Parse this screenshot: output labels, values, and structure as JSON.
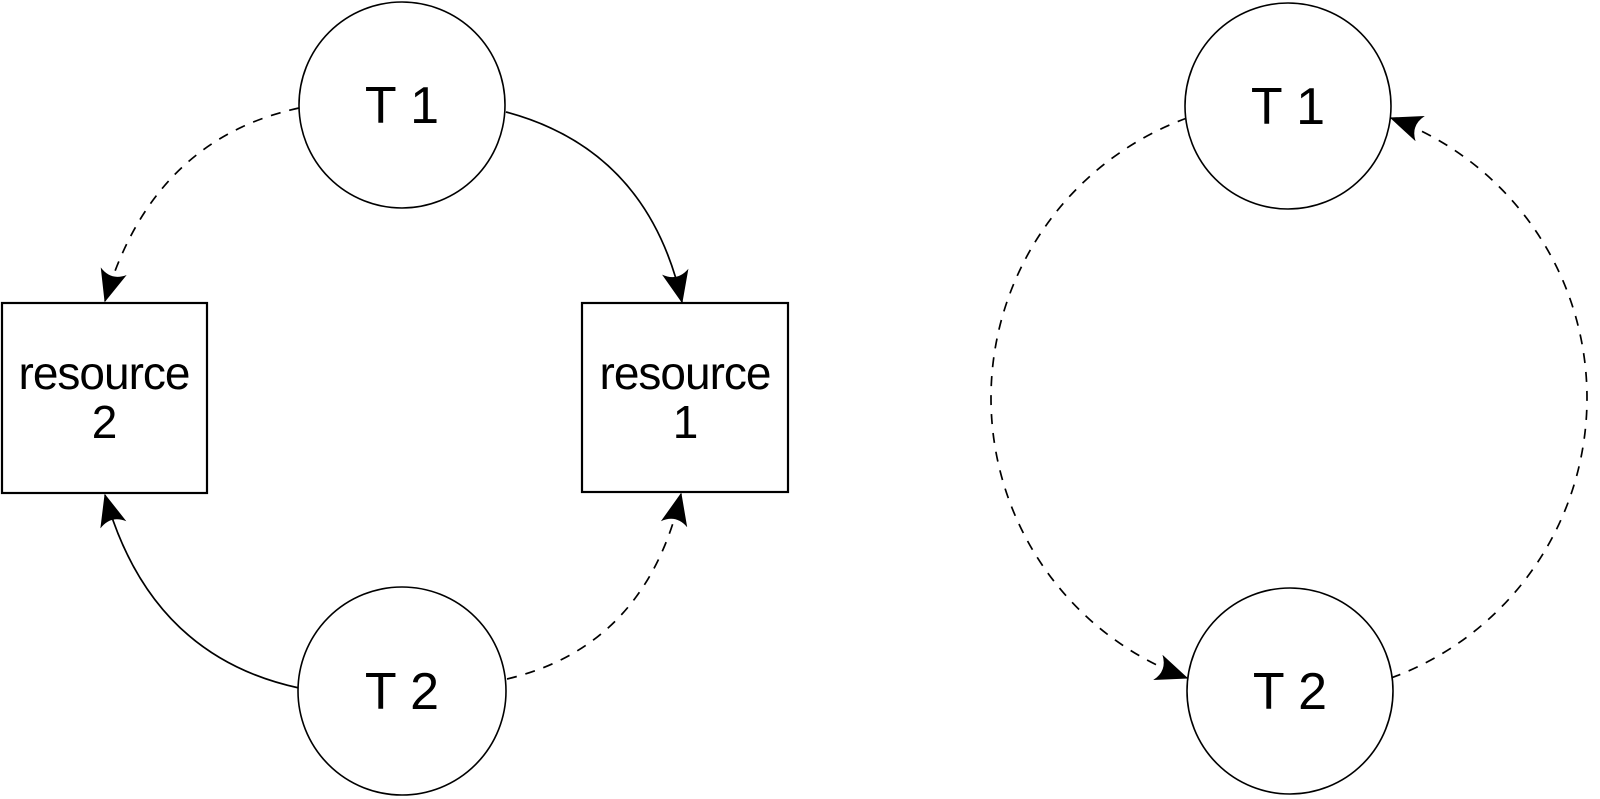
{
  "canvas": {
    "background": "#ffffff",
    "stroke_color": "#000000",
    "text_color": "#000000",
    "arrowhead_color": "#000000"
  },
  "left_diagram": {
    "transaction1": {
      "label": "T 1"
    },
    "transaction2": {
      "label": "T 2"
    },
    "resource2": {
      "label_line1": "resource",
      "label_line2": "2"
    },
    "resource1": {
      "label_line1": "resource",
      "label_line2": "1"
    },
    "edges": [
      {
        "from": "T 1",
        "to": "resource 2",
        "line": "dashed",
        "arrow": "end"
      },
      {
        "from": "T 1",
        "to": "resource 1",
        "line": "solid",
        "arrow": "end"
      },
      {
        "from": "T 2",
        "to": "resource 2",
        "line": "solid",
        "arrow": "end"
      },
      {
        "from": "T 2",
        "to": "resource 1",
        "line": "dashed",
        "arrow": "end"
      }
    ]
  },
  "right_diagram": {
    "transaction1": {
      "label": "T 1"
    },
    "transaction2": {
      "label": "T 2"
    },
    "edges": [
      {
        "from": "T 1",
        "to": "T 2",
        "line": "dashed",
        "arrow": "end"
      },
      {
        "from": "T 2",
        "to": "T 1",
        "line": "dashed",
        "arrow": "end"
      }
    ]
  }
}
